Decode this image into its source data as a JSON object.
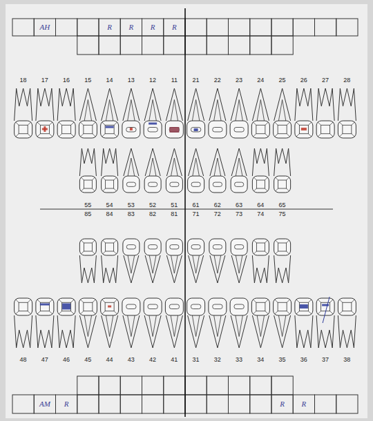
{
  "diagram": {
    "nodes": [
      {
        "text": [
          "AH"
        ]
      },
      {
        "text": [
          "R"
        ]
      },
      {
        "text": [
          "R"
        ]
      },
      {
        "text": [
          "R"
        ]
      },
      {
        "text": [
          "R"
        ]
      },
      {
        "text": [
          "AM"
        ]
      },
      {
        "text": [
          "R"
        ]
      },
      {
        "text": [
          "R"
        ]
      },
      {
        "text": [
          "R"
        ]
      }
    ],
    "labels": [
      "18",
      "17",
      "16",
      "15",
      "14",
      "13",
      "12",
      "11",
      "21",
      "22",
      "23",
      "24",
      "25",
      "26",
      "27",
      "28",
      "55",
      "54",
      "53",
      "52",
      "51",
      "61",
      "62",
      "63",
      "64",
      "65",
      "85",
      "84",
      "83",
      "82",
      "81",
      "71",
      "72",
      "73",
      "74",
      "75",
      "48",
      "47",
      "46",
      "45",
      "44",
      "43",
      "42",
      "41",
      "31",
      "32",
      "33",
      "34",
      "35",
      "36",
      "37",
      "38"
    ]
  }
}
